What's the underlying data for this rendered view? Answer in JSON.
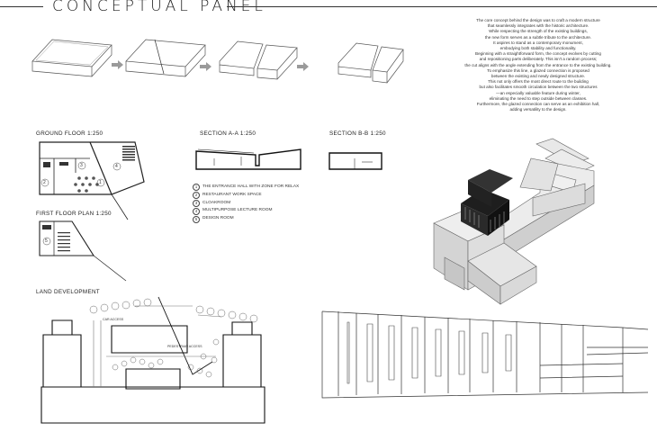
{
  "panel": {
    "title": "CONCEPTUAL PANEL"
  },
  "concept_text": "The core concept behind the design was to craft a modern structure\nthat seamlessly integrates with the historic architecture.\nWhile respecting the strength of the existing buildings,\nthe new form serves as a subtle tribute to the architecture.\nIt aspires to stand as a contemporary monument,\nembodying both stability and functionality.\nBeginning with a straightforward form, the concept evolves by cutting\nand repositioning parts deliberately. This isn't a random process;\nthe cut aligns with the angle extending from the entrance to the existing building.\nTo emphasize this line, a glazed connection is proposed\nbetween the existing and newly designed structure.\nThis not only offers the most direct route to the building\nbut also facilitates smooth circulation between the two structures\n—an especially valuable feature during winter,\neliminating the need to step outside between classes.\nFurthermore, the glazed connection can serve as an exhibition hall,\nadding versatility to the design.",
  "drawings": {
    "ground_floor": "GROUND FLOOR 1:250",
    "first_floor": "FIRST FLOOR PLAN 1:250",
    "section_aa": "SECTION A-A 1:250",
    "section_bb": "SECTION B-B 1:250",
    "land_development": "LAND DEVELOPMENT"
  },
  "legend": [
    {
      "num": "1",
      "text": "THE ENTRANCE HALL WITH ZONE FOR RELAX"
    },
    {
      "num": "2",
      "text": "RESTAURANT WORK SPACE"
    },
    {
      "num": "3",
      "text": "CLOAKROOM"
    },
    {
      "num": "4",
      "text": "MULTIPURPOSE LECTURE ROOM"
    },
    {
      "num": "5",
      "text": "DESIGN ROOM"
    }
  ],
  "room_numbers": {
    "gf_1": "1",
    "gf_2": "2",
    "gf_3": "3",
    "gf_4": "4",
    "ff_5": "5"
  },
  "site_notes": {
    "car_access": "CAR ACCESS",
    "pedestrian_access": "PEDESTRIAN ACCESS"
  }
}
